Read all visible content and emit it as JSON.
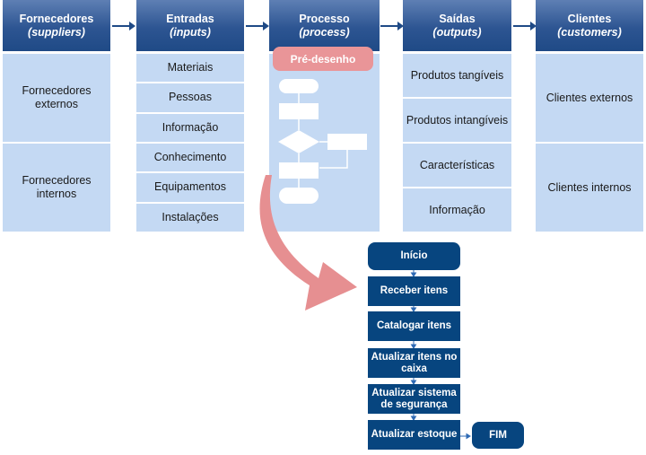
{
  "columns": [
    {
      "title": "Fornecedores",
      "subtitle": "(suppliers)",
      "items": [
        "Fornecedores externos",
        "Fornecedores internos"
      ]
    },
    {
      "title": "Entradas",
      "subtitle": "(inputs)",
      "items": [
        "Materiais",
        "Pessoas",
        "Informação",
        "Conhecimento",
        "Equipamentos",
        "Instalações"
      ]
    },
    {
      "title": "Processo",
      "subtitle": "(process)",
      "badge": "Pré-desenho"
    },
    {
      "title": "Saídas",
      "subtitle": "(outputs)",
      "items": [
        "Produtos tangíveis",
        "Produtos intangíveis",
        "Características",
        "Informação"
      ]
    },
    {
      "title": "Clientes",
      "subtitle": "(customers)",
      "items": [
        "Clientes externos",
        "Clientes internos"
      ]
    }
  ],
  "flowchart": {
    "steps": [
      "Início",
      "Receber itens",
      "Catalogar itens",
      "Atualizar itens no caixa",
      "Atualizar sistema de segurança",
      "Atualizar estoque"
    ],
    "end": "FIM"
  },
  "colors": {
    "header_dark": "#1f4a86",
    "cell_bg": "#c4d9f3",
    "flow_box": "#07457f",
    "accent_pink": "#e99598"
  }
}
